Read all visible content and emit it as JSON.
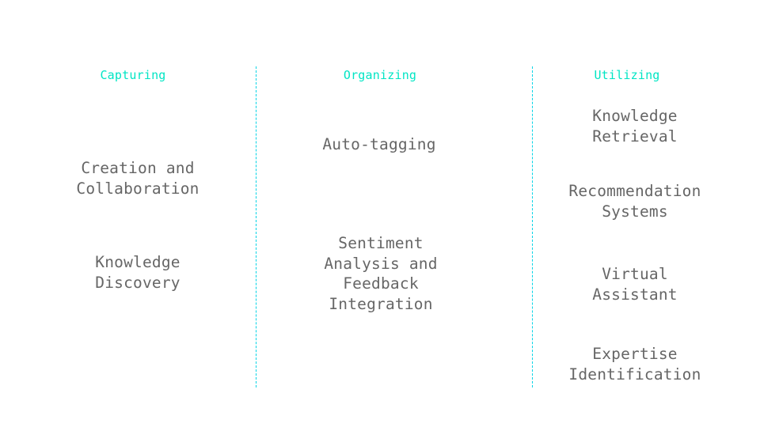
{
  "accent_colors": {
    "title": "#00e5c4",
    "divider": "#00d4e6",
    "item_text": "#666666"
  },
  "columns": [
    {
      "title": "Capturing",
      "items": [
        {
          "lines": [
            "Creation and",
            "Collaboration"
          ]
        },
        {
          "lines": [
            "Knowledge",
            "Discovery"
          ]
        }
      ]
    },
    {
      "title": "Organizing",
      "items": [
        {
          "lines": [
            "Auto-tagging"
          ]
        },
        {
          "lines": [
            "Sentiment",
            "Analysis and",
            "Feedback",
            "Integration"
          ]
        }
      ]
    },
    {
      "title": "Utilizing",
      "items": [
        {
          "lines": [
            "Knowledge",
            "Retrieval"
          ]
        },
        {
          "lines": [
            "Recommendation",
            "Systems"
          ]
        },
        {
          "lines": [
            "Virtual",
            "Assistant"
          ]
        },
        {
          "lines": [
            "Expertise",
            "Identification"
          ]
        }
      ]
    }
  ]
}
